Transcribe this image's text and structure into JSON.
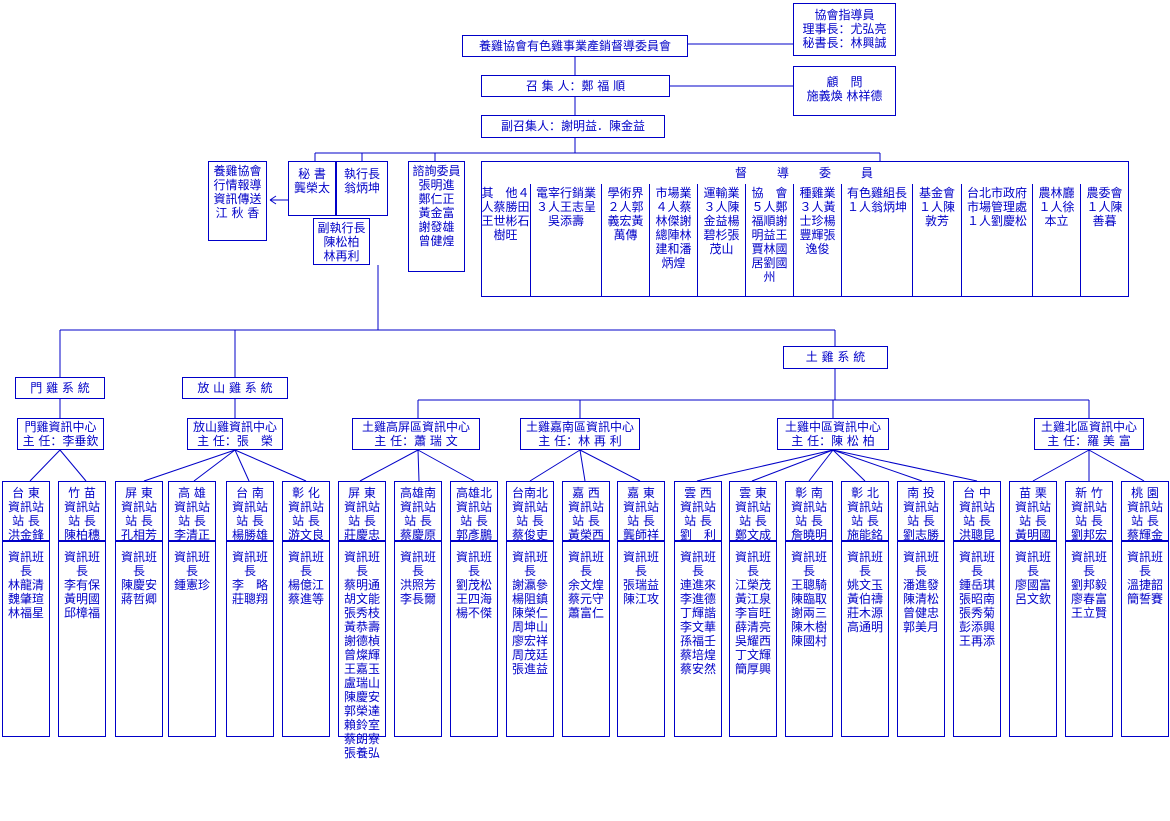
{
  "top": {
    "main": "養雞協會有色雞事業產銷督導委員會",
    "advisor": [
      "協會指導員",
      "理事長：尤弘亮",
      "秘書長：林興誠"
    ],
    "convener": "召 集 人：鄭 福 順",
    "consultant": [
      "顧　問",
      "施義煥 林祥德"
    ],
    "vice": "副召集人：謝明益．陳金益"
  },
  "left": {
    "assoc": [
      "養雞協會",
      "",
      "行情報導",
      "資訊傳送",
      "江 秋 香"
    ],
    "secretary": [
      "秘 書",
      "",
      "龔榮太"
    ],
    "exec": [
      "執行長",
      "",
      "翁炳坤"
    ],
    "vice_exec": [
      "副執行長",
      "陳松柏",
      "林再利"
    ],
    "consult": [
      "諮詢委員",
      "",
      "張明進",
      "鄭仁正",
      "黃金富",
      "謝發雄",
      "曾健煌"
    ]
  },
  "committee": {
    "title": "督　　導　　委　　員",
    "cols": [
      [
        "其　他",
        "４人",
        "蔡勝田",
        "王世彬",
        "石樹旺"
      ],
      [
        "電宰行銷業",
        "３人",
        "王志呈",
        "吳添壽"
      ],
      [
        "學術界",
        "２人",
        "郭義宏",
        "黃萬傳"
      ],
      [
        "市場業",
        "４人",
        "蔡林傑",
        "謝總陣",
        "林建和",
        "潘炳煌"
      ],
      [
        "運輸業",
        "３人",
        "陳金益",
        "楊碧杉",
        "張茂山"
      ],
      [
        "協　會",
        "５人",
        "鄭福順",
        "謝明益",
        "王　賈",
        "林國居",
        "劉國州"
      ],
      [
        "種雞業",
        "３人",
        "黃士珍",
        "楊豐輝",
        "張逸俊"
      ],
      [
        "有色雞組長",
        "１人",
        "翁炳坤"
      ],
      [
        "基金會",
        "１人",
        "陳敦芳"
      ],
      [
        "台北市政府",
        "市場管理處",
        "１人",
        "劉慶松"
      ],
      [
        "農林廳",
        "１人",
        "徐本立"
      ],
      [
        "農委會",
        "１人",
        "陳善暮"
      ]
    ]
  },
  "systems": [
    {
      "name": "門 雞 系 統"
    },
    {
      "name": "放 山 雞 系 統"
    },
    {
      "name": "土 雞 系 統"
    }
  ],
  "centers": [
    [
      "門雞資訊中心",
      "主 任：李垂欽"
    ],
    [
      "放山雞資訊中心",
      "主 任：張　榮"
    ],
    [
      "土雞高屏區資訊中心",
      "主 任：蕭 瑞 文"
    ],
    [
      "土雞嘉南區資訊中心",
      "主 任：林 再 利"
    ],
    [
      "土雞中區資訊中心",
      "主 任：陳 松 柏"
    ],
    [
      "土雞北區資訊中心",
      "主 任：羅 美 富"
    ]
  ],
  "stations": [
    {
      "head": [
        "台 東",
        "資訊站",
        "站 長",
        "洪金鋒"
      ],
      "members": [
        "林龍清",
        "魏肇瑄",
        "林福星"
      ]
    },
    {
      "head": [
        "竹 苗",
        "資訊站",
        "站 長",
        "陳柏穗"
      ],
      "members": [
        "李有保",
        "黃明國",
        "邱樟福"
      ]
    },
    {
      "head": [
        "屏 東",
        "資訊站",
        "站 長",
        "孔相芳"
      ],
      "members": [
        "陳慶安",
        "蔣哲卿"
      ]
    },
    {
      "head": [
        "高 雄",
        "資訊站",
        "站 長",
        "李清正"
      ],
      "members": [
        "鍾憲珍"
      ]
    },
    {
      "head": [
        "台 南",
        "資訊站",
        "站 長",
        "楊勝雄"
      ],
      "members": [
        "李　略",
        "莊聰翔"
      ]
    },
    {
      "head": [
        "彰 化",
        "資訊站",
        "站 長",
        "游文良"
      ],
      "members": [
        "楊億江",
        "蔡進等"
      ]
    },
    {
      "head": [
        "屏 東",
        "資訊站",
        "站 長",
        "莊慶忠"
      ],
      "members": [
        "蔡明通",
        "胡文能",
        "張秀枝",
        "黃恭壽",
        "謝德楨",
        "曾燦輝",
        "王嘉玉",
        "盧瑞山",
        "陳慶安",
        "郭榮達",
        "賴鈴室",
        "蔡朗寮",
        "張養弘"
      ]
    },
    {
      "head": [
        "高雄南",
        "資訊站",
        "站 長",
        "蔡慶原"
      ],
      "members": [
        "洪照芳",
        "李長爾"
      ]
    },
    {
      "head": [
        "高雄北",
        "資訊站",
        "站 長",
        "郭彥鵬"
      ],
      "members": [
        "劉茂松",
        "王四海",
        "楊不傑"
      ]
    },
    {
      "head": [
        "台南北",
        "資訊站",
        "站 長",
        "蔡俊吏"
      ],
      "members": [
        "謝瀛參",
        "楊阻鎮",
        "陳榮仁",
        "周坤山",
        "廖宏祥",
        "周茂廷",
        "張進益"
      ]
    },
    {
      "head": [
        "嘉 西",
        "資訊站",
        "站 長",
        "黃榮西"
      ],
      "members": [
        "余文煌",
        "蔡元守",
        "蕭富仁"
      ]
    },
    {
      "head": [
        "嘉 東",
        "資訊站",
        "站 長",
        "龔師祥"
      ],
      "members": [
        "張瑞益",
        "陳江攻"
      ]
    },
    {
      "head": [
        "雲 西",
        "資訊站",
        "站 長",
        "劉　利"
      ],
      "members": [
        "連進來",
        "李進德",
        "丁輝諧",
        "李文華",
        "孫福壬",
        "蔡培煌",
        "蔡安然"
      ]
    },
    {
      "head": [
        "雲 東",
        "資訊站",
        "站 長",
        "鄭文成"
      ],
      "members": [
        "江榮茂",
        "黃江泉",
        "李盲旺",
        "薛清亮",
        "吳耀西",
        "丁文輝",
        "簡厚興"
      ]
    },
    {
      "head": [
        "彰 南",
        "資訊站",
        "站 長",
        "詹曉明"
      ],
      "members": [
        "王聰騎",
        "陳臨取",
        "謝兩三",
        "陳木樹",
        "陳國村"
      ]
    },
    {
      "head": [
        "彰 北",
        "資訊站",
        "站 長",
        "施能銘"
      ],
      "members": [
        "姚文玉",
        "黃伯禱",
        "莊木源",
        "高通明"
      ]
    },
    {
      "head": [
        "南 投",
        "資訊站",
        "站 長",
        "劉志勝"
      ],
      "members": [
        "潘進發",
        "陳清松",
        "曾健忠",
        "郭美月"
      ]
    },
    {
      "head": [
        "台 中",
        "資訊站",
        "站 長",
        "洪聰昆"
      ],
      "members": [
        "鍾岳琪",
        "張昭南",
        "張秀菊",
        "彭添興",
        "王再添"
      ]
    },
    {
      "head": [
        "苗 栗",
        "資訊站",
        "站 長",
        "黃明國"
      ],
      "members": [
        "廖國富",
        "呂文欽"
      ]
    },
    {
      "head": [
        "新 竹",
        "資訊站",
        "站 長",
        "劉邦宏"
      ],
      "members": [
        "劉邦毅",
        "廖春富",
        "王立賢"
      ]
    },
    {
      "head": [
        "桃 園",
        "資訊站",
        "站 長",
        "蔡輝金"
      ],
      "members": [
        "溫捷韶",
        "簡誓賽"
      ]
    }
  ]
}
